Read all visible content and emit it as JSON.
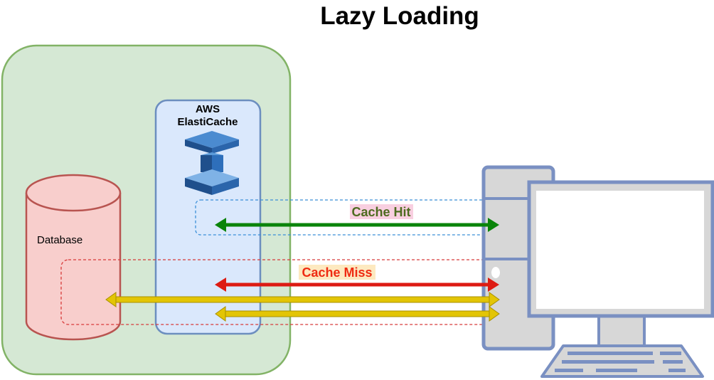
{
  "title": "Lazy Loading",
  "elasticache": {
    "label_line1": "AWS",
    "label_line2": "ElastiCache"
  },
  "database": {
    "label": "Database"
  },
  "flows": {
    "cache_hit": {
      "label": "Cache Hit",
      "text_color": "#4d6b1f",
      "highlight_color": "#f8cfe0",
      "arrow_color": "#0a840a"
    },
    "cache_miss": {
      "label": "Cache Miss",
      "text_color": "#ef2b12",
      "highlight_color": "#fde9c0",
      "arrow_color": "#dd1b13",
      "fetch_arrow_color": "#e3c505"
    }
  },
  "colors": {
    "vpc_fill": "#d5e8d4",
    "vpc_stroke": "#82b366",
    "cache_panel_fill": "#dae8fc",
    "cache_panel_stroke": "#6c8ebf",
    "database_fill": "#f8cecc",
    "database_stroke": "#b85450",
    "computer_body": "#7f95c4",
    "computer_stroke": "#6a82b5"
  },
  "icons": {
    "elasticache": "elasticache-icon",
    "database": "database-cylinder-icon",
    "client": "desktop-computer-icon"
  }
}
